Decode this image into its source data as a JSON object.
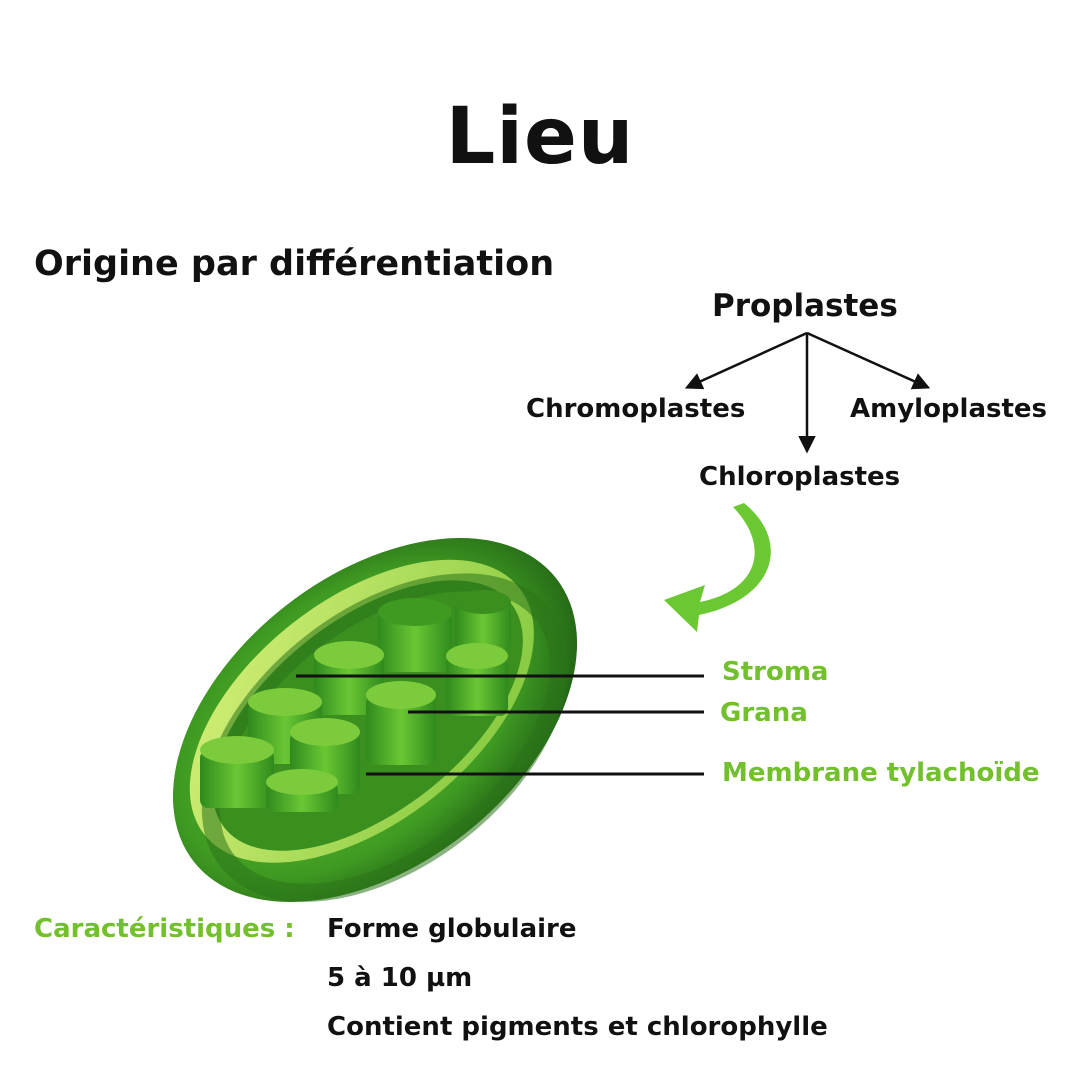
{
  "title": "Lieu",
  "subtitle": "Origine par différentiation",
  "tree": {
    "root": "Proplastes",
    "children": [
      "Chromoplastes",
      "Chloroplastes",
      "Amyloplastes"
    ]
  },
  "labels": {
    "stroma": "Stroma",
    "grana": "Grana",
    "membrane": "Membrane tylachoïde"
  },
  "caracteristiques": {
    "label": "Caractéristiques :",
    "items": [
      "Forme globulaire",
      "5 à 10 µm",
      "Contient pigments et chlorophylle"
    ]
  },
  "colors": {
    "accent": "#72c02c",
    "text": "#111111",
    "chloroplast_dark": "#2e7d1f",
    "chloroplast_light": "#8fd13a"
  }
}
